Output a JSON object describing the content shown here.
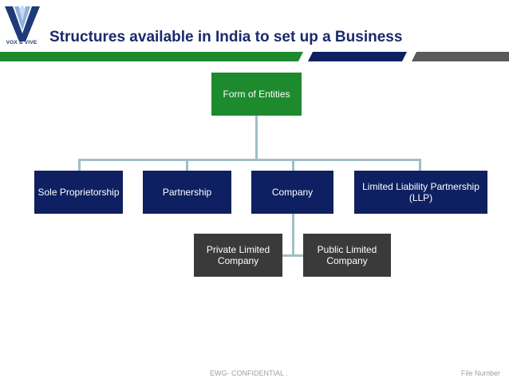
{
  "logo": {
    "text": "VOX & VIVE",
    "color": "#1f3a7a"
  },
  "title": "Structures available in India to set up a Business",
  "colors": {
    "green": "#1e8a2e",
    "navy": "#0e2061",
    "gray": "#3a3a3a",
    "dark_gray": "#5a5a5a",
    "connector": "#9fbfc6"
  },
  "diagram": {
    "root": "Form of Entities",
    "level1": [
      "Sole Proprietorship",
      "Partnership",
      "Company",
      "Limited Liability Partnership (LLP)"
    ],
    "company_children": [
      "Private Limited Company",
      "Public Limited Company"
    ]
  },
  "footer": {
    "confidential": "EWG- CONFIDENTIAL .",
    "file_number": "File Number"
  }
}
